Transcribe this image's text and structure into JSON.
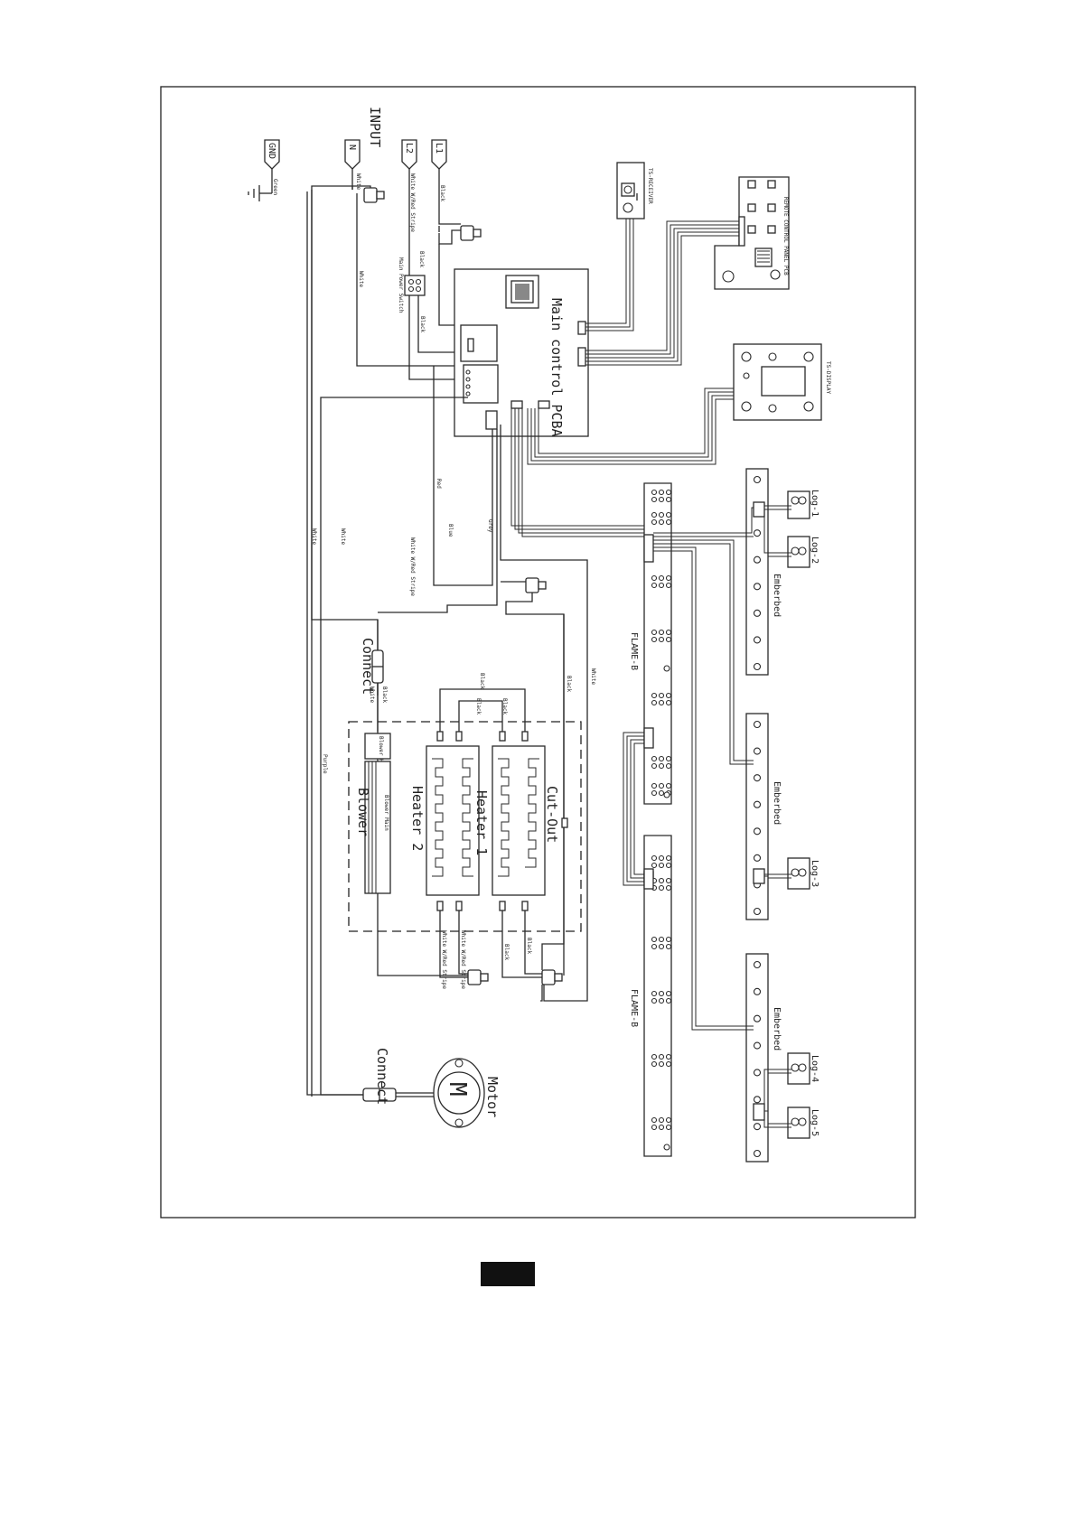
{
  "labels": {
    "input": "INPUT",
    "gnd": "GND",
    "n": "N",
    "l2": "L2",
    "l1": "L1",
    "green": "Green",
    "main_pcb": "Main control PCBA",
    "ts_receiver": "TS-RECEIVER",
    "ts_display": "TS-DISPLAY",
    "remote_pcb": "REMOTE CONTROL PANEL PCB",
    "main_switch": "Main Power Switch",
    "log1": "Log-1",
    "log2": "Log-2",
    "log3": "Log-3",
    "log4": "Log-4",
    "log5": "Log-5",
    "emberbed1": "Emberbed",
    "emberbed2": "Emberbed",
    "emberbed3": "Emberbed",
    "flame1": "FLAME-B",
    "flame2": "FLAME-B",
    "connect1": "Connect",
    "connect2": "Connect",
    "blower": "Blower",
    "blower_heat": "Blower Heat",
    "blower_main": "Blower Main",
    "heater1": "Heater 1",
    "heater2": "Heater 2",
    "cutout": "Cut-Out",
    "motor": "Motor",
    "motor_symbol": "M",
    "wire_white": "White",
    "wire_black": "Black",
    "wire_red": "Red",
    "wire_blue": "Blue",
    "wire_grey": "Grey",
    "wire_purple": "Purple",
    "wire_white_stripe": "White W/Red Stripe"
  },
  "page": {
    "badge": ""
  }
}
